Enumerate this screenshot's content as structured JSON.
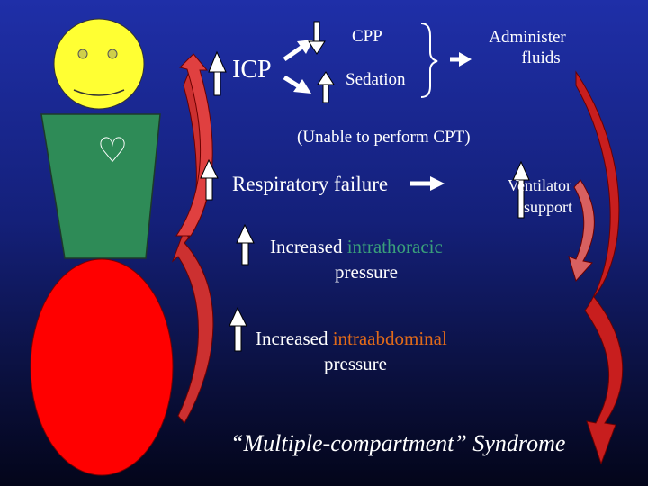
{
  "labels": {
    "cpp": "CPP",
    "icp": "ICP",
    "sedation": "Sedation",
    "administer_fluids_line1": "Administer",
    "administer_fluids_line2": "fluids",
    "unable_cpt": "(Unable to perform CPT)",
    "respiratory_failure": "Respiratory failure",
    "ventilator_line1": "Ventilator",
    "ventilator_line2": "support",
    "intrathoracic_prefix": "Increased ",
    "intrathoracic_highlight": "intrathoracic",
    "intrathoracic_line2": "pressure",
    "intraabdominal_prefix": "Increased ",
    "intraabdominal_highlight": "intraabdominal",
    "intraabdominal_line2": "pressure",
    "title": "“Multiple-compartment” Syndrome"
  },
  "colors": {
    "head": "#ffff33",
    "torso": "#2e8b57",
    "abdomen": "#ff0000",
    "intrathoracic_highlight": "#3aa07a",
    "intraabdominal_highlight": "#e06a1a",
    "curved_arrow_left": "#d43535",
    "curved_arrow_right": "#c81e1e"
  },
  "icons": {
    "heart": "♡"
  }
}
